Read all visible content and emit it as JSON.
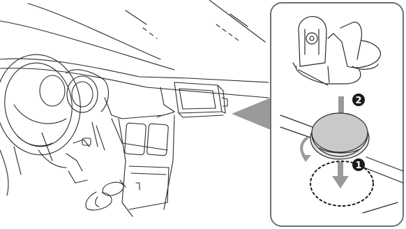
{
  "illustration": {
    "scene": "car-dashboard-mount-installation",
    "palette": {
      "line": "#2a2a2a",
      "callout_border": "#6f6f6f",
      "callout_arrow": "#9a9a9a",
      "mount_disc": "#c9c9c9",
      "mount_disc_rim": "#e6e6e6",
      "badge": "#1a1a1a",
      "paper": "#ffffff"
    },
    "steps": [
      {
        "label": "1"
      },
      {
        "label": "2"
      }
    ]
  }
}
